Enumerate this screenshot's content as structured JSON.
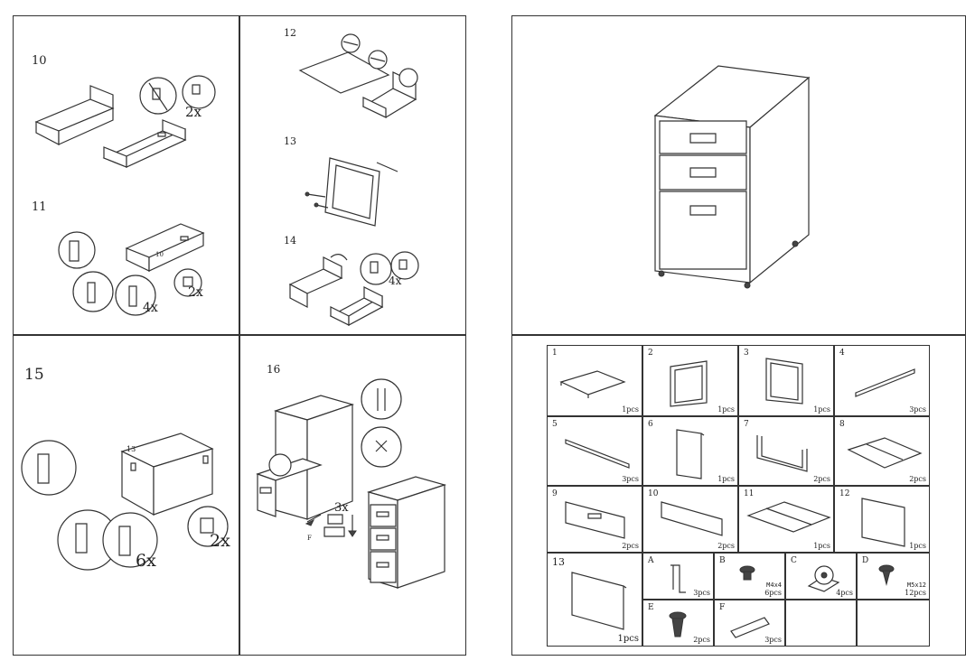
{
  "left_page": {
    "steps": {
      "s10": {
        "number": "10",
        "qty": "2x"
      },
      "s11": {
        "number": "11",
        "qty_a": "2x",
        "qty_b": "4x",
        "part_label": "10"
      },
      "s12": {
        "number": "12"
      },
      "s13": {
        "number": "13"
      },
      "s14": {
        "number": "14",
        "qty": "4x"
      },
      "s15": {
        "number": "15",
        "qty_a": "2x",
        "qty_b": "6x",
        "part_label": "13"
      },
      "s16": {
        "number": "16",
        "qty": "3x",
        "part_label": "F"
      }
    }
  },
  "parts_table": {
    "row1": [
      {
        "num": "1",
        "qty": "1pcs"
      },
      {
        "num": "2",
        "qty": "1pcs"
      },
      {
        "num": "3",
        "qty": "1pcs"
      },
      {
        "num": "4",
        "qty": "3pcs"
      }
    ],
    "row2": [
      {
        "num": "5",
        "qty": "3pcs"
      },
      {
        "num": "6",
        "qty": "1pcs"
      },
      {
        "num": "7",
        "qty": "2pcs"
      },
      {
        "num": "8",
        "qty": "2pcs"
      }
    ],
    "row3": [
      {
        "num": "9",
        "qty": "2pcs"
      },
      {
        "num": "10",
        "qty": "2pcs"
      },
      {
        "num": "11",
        "qty": "1pcs"
      },
      {
        "num": "12",
        "qty": "1pcs"
      }
    ],
    "part13": {
      "num": "13",
      "qty": "1pcs"
    },
    "hardware": [
      {
        "num": "A",
        "qty": "3pcs",
        "spec": ""
      },
      {
        "num": "B",
        "qty": "6pcs",
        "spec": "M4x4"
      },
      {
        "num": "C",
        "qty": "4pcs",
        "spec": ""
      },
      {
        "num": "D",
        "qty": "12pcs",
        "spec": "M5x12"
      },
      {
        "num": "E",
        "qty": "2pcs",
        "spec": ""
      },
      {
        "num": "F",
        "qty": "3pcs",
        "spec": ""
      }
    ]
  }
}
